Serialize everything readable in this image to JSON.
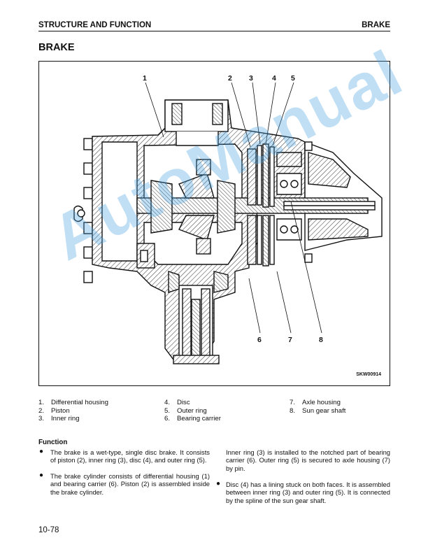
{
  "header": {
    "left": "STRUCTURE AND FUNCTION",
    "right": "BRAKE"
  },
  "title": "BRAKE",
  "figure": {
    "id": "SKW00914",
    "callouts": [
      "1",
      "2",
      "3",
      "4",
      "5",
      "6",
      "7",
      "8"
    ]
  },
  "legend": {
    "col1": [
      {
        "num": "1.",
        "label": "Differential housing"
      },
      {
        "num": "2.",
        "label": "Piston"
      },
      {
        "num": "3.",
        "label": "Inner ring"
      }
    ],
    "col2": [
      {
        "num": "4.",
        "label": "Disc"
      },
      {
        "num": "5.",
        "label": "Outer ring"
      },
      {
        "num": "6.",
        "label": "Bearing carrier"
      }
    ],
    "col3": [
      {
        "num": "7.",
        "label": "Axle housing"
      },
      {
        "num": "8.",
        "label": "Sun gear shaft"
      }
    ]
  },
  "function": {
    "heading": "Function",
    "bullet_symbol": "●",
    "p1": "The brake is a wet-type, single disc brake.  It consists of piston (2), inner ring (3), disc (4), and outer ring (5).",
    "p2": "The brake cylinder consists of differential housing (1) and bearing carrier (6).  Piston (2) is assembled inside the brake cylinder.",
    "p3": "Inner ring (3) is installed to the notched part of bearing carrier (6).  Outer ring (5) is secured to axle housing (7) by pin.",
    "p4": "Disc (4) has a lining stuck on both faces.  It is assembled between inner ring (3) and outer ring (5).  It is connected by the spline of the sun gear shaft."
  },
  "page_number": "10-78",
  "watermark": "AutoManual",
  "colors": {
    "text": "#111111",
    "watermark": "#46a0e1",
    "hatch": "#555555"
  }
}
